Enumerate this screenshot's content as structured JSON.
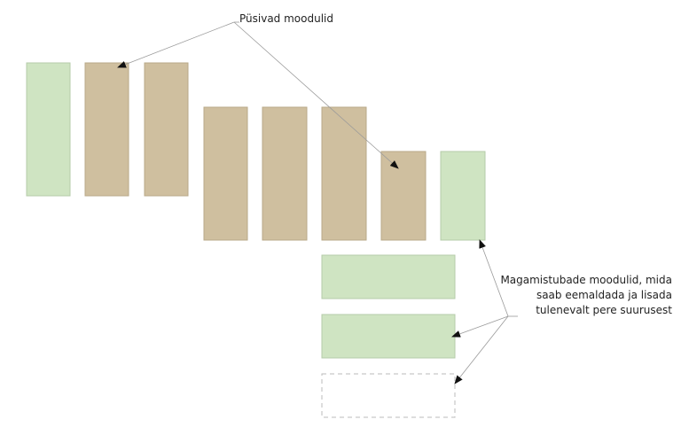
{
  "labels": {
    "fixed_modules": "Püsivad moodulid",
    "bedroom_line1": "Magamistubade moodulid, mida",
    "bedroom_line2": "saab eemaldada ja lisada",
    "bedroom_line3": "tulenevalt pere suurusest"
  },
  "colors": {
    "fixed": "#cfbf9f",
    "bedroom": "#cfe4c2",
    "stroke_fixed": "#b8a98a",
    "stroke_bedroom": "#b5cba9",
    "optional_dash": "#bbbbbb",
    "leader": "#9a9a9a",
    "arrow": "#111111"
  }
}
